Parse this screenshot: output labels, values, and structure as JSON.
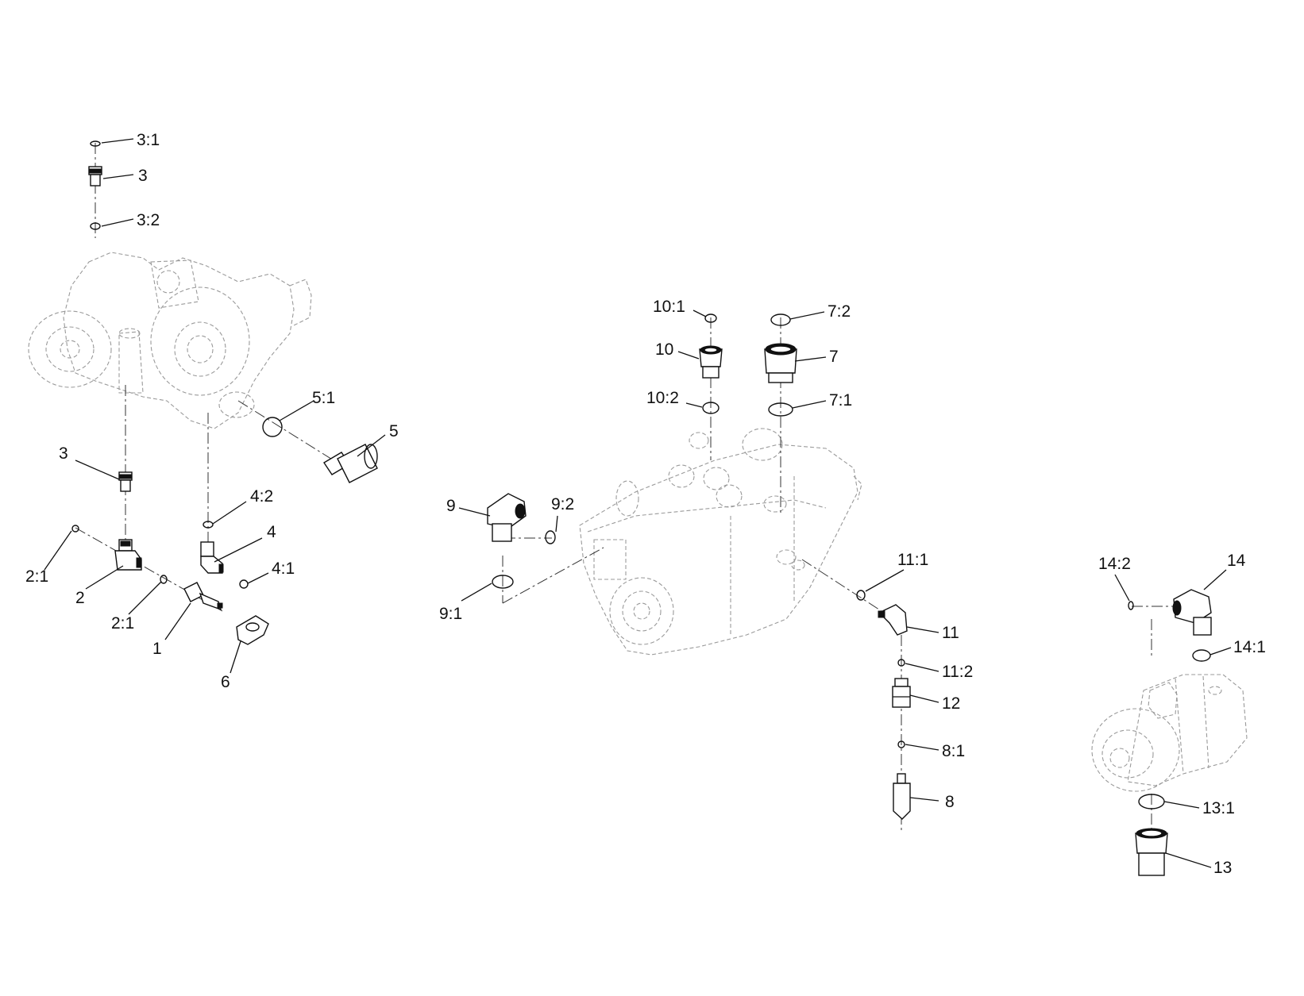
{
  "callouts": {
    "c3_1": "3:1",
    "c3_top": "3",
    "c3_2": "3:2",
    "c5_1": "5:1",
    "c5": "5",
    "c3_mid": "3",
    "c4_2": "4:2",
    "c4": "4",
    "c4_1": "4:1",
    "c2_1_left": "2:1",
    "c2": "2",
    "c2_1_right": "2:1",
    "c1": "1",
    "c6": "6",
    "c10_1": "10:1",
    "c10": "10",
    "c10_2": "10:2",
    "c7_2": "7:2",
    "c7": "7",
    "c7_1": "7:1",
    "c9": "9",
    "c9_2": "9:2",
    "c9_1": "9:1",
    "c11_1": "11:1",
    "c11": "11",
    "c11_2": "11:2",
    "c12": "12",
    "c8_1": "8:1",
    "c8": "8",
    "c14_2": "14:2",
    "c14": "14",
    "c14_1": "14:1",
    "c13_1": "13:1",
    "c13": "13"
  }
}
